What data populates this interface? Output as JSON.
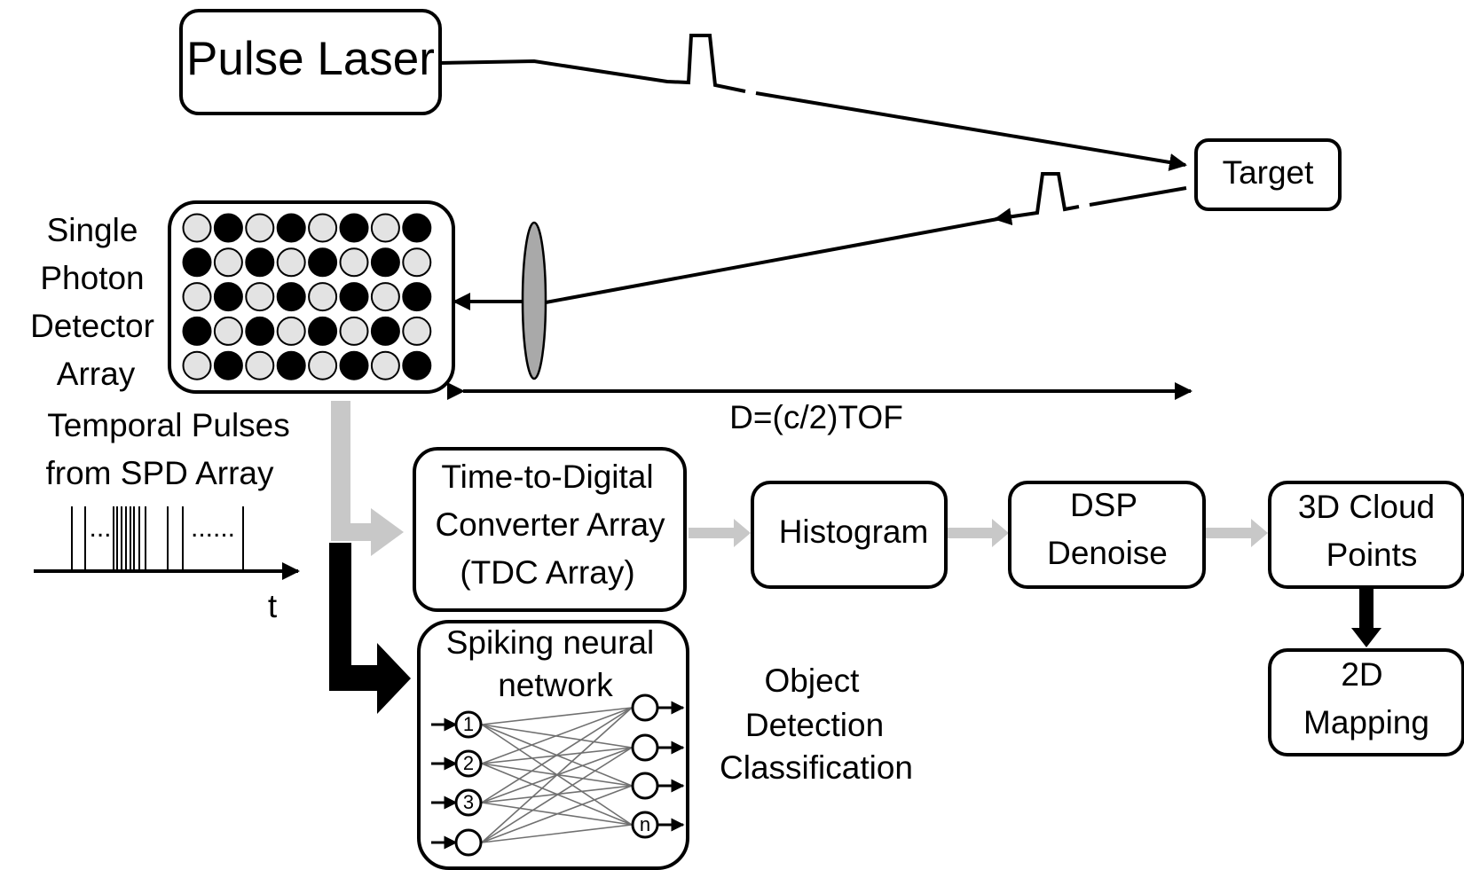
{
  "blocks": {
    "pulse_laser": "Pulse Laser",
    "target": "Target",
    "detector_label": [
      "Single",
      "Photon",
      "Detector",
      "Array"
    ],
    "distance_formula": "D=(c/2)TOF",
    "temporal_label": [
      "Temporal Pulses",
      "from SPD Array"
    ],
    "pulse_dots_left": "...",
    "pulse_dots_right": "......",
    "time_axis": "t",
    "tdc": [
      "Time-to-Digital",
      "Converter Array",
      "(TDC Array)"
    ],
    "histogram": "Histogram",
    "dsp": [
      "DSP",
      "Denoise"
    ],
    "cloud": [
      "3D Cloud",
      "Points"
    ],
    "mapping": [
      "2D",
      "Mapping"
    ],
    "snn": [
      "Spiking neural",
      "network"
    ],
    "object_detection": [
      "Object",
      "Detection",
      "Classification"
    ]
  },
  "detector_grid": [
    [
      0,
      1,
      0,
      1,
      0,
      1,
      0,
      1
    ],
    [
      1,
      0,
      1,
      0,
      1,
      0,
      1,
      0
    ],
    [
      0,
      1,
      0,
      1,
      0,
      1,
      0,
      1
    ],
    [
      1,
      0,
      1,
      0,
      1,
      0,
      1,
      0
    ],
    [
      0,
      1,
      0,
      1,
      0,
      1,
      0,
      1
    ]
  ],
  "snn_inputs": [
    "1",
    "2",
    "3",
    ""
  ],
  "snn_outputs": [
    "",
    "",
    "",
    "n"
  ],
  "colors": {
    "line": "#000000",
    "grey_arrow": "#c8c8c8",
    "lens": "#a9a9a9",
    "light_cell": "#e3e3e3",
    "dark_cell": "#000000"
  }
}
